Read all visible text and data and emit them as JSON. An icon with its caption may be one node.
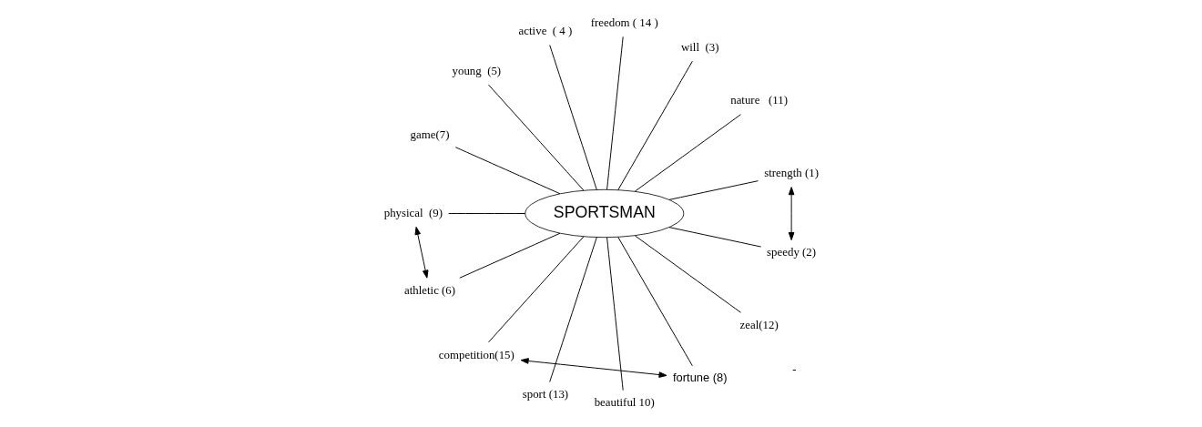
{
  "diagram": {
    "nodes": [
      {
        "text": [
          "will  (3)"
        ]
      },
      {
        "text": [
          "nature   (11)"
        ]
      },
      {
        "text": [
          "strength (1)"
        ]
      },
      {
        "text": [
          "speedy (2)"
        ]
      },
      {
        "text": [
          "active  ( 4 )"
        ]
      },
      {
        "text": [
          "freedom ( 14 )"
        ]
      },
      {
        "text": [
          "zeal(12)"
        ]
      },
      {
        "text": [
          "young  (5)"
        ]
      },
      {
        "text": [
          "SPORTSMAN"
        ]
      },
      {
        "text": [
          "fortune (8)"
        ]
      },
      {
        "text": [
          "physical  (9)"
        ]
      },
      {
        "text": [
          "game(7)"
        ]
      },
      {
        "text": [
          "beautiful 10)"
        ]
      },
      {
        "text": [
          "athletic (6)"
        ]
      },
      {
        "text": [
          "competition(15)"
        ]
      },
      {
        "text": [
          "sport (13)"
        ]
      }
    ],
    "edges": [
      {
        "from": 2,
        "to": 8,
        "arrow": "none"
      },
      {
        "from": 3,
        "to": 8,
        "arrow": "none"
      },
      {
        "from": 6,
        "to": 8,
        "arrow": "none"
      },
      {
        "from": 9,
        "to": 8,
        "arrow": "none"
      },
      {
        "from": 12,
        "to": 8,
        "arrow": "none"
      },
      {
        "from": 15,
        "to": 8,
        "arrow": "none"
      },
      {
        "from": 14,
        "to": 8,
        "arrow": "none"
      },
      {
        "from": 13,
        "to": 8,
        "arrow": "none"
      },
      {
        "from": 11,
        "to": 8,
        "arrow": "none"
      },
      {
        "from": 10,
        "to": 8,
        "arrow": "none"
      },
      {
        "from": 7,
        "to": 8,
        "arrow": "none"
      },
      {
        "from": 4,
        "to": 8,
        "arrow": "none"
      },
      {
        "from": 5,
        "to": 8,
        "arrow": "none"
      },
      {
        "from": 0,
        "to": 8,
        "arrow": "none"
      },
      {
        "from": 1,
        "to": 8,
        "arrow": "none"
      },
      {
        "from": 2,
        "to": 3,
        "arrow": "both"
      },
      {
        "from": 10,
        "to": 13,
        "arrow": "both"
      },
      {
        "from": 14,
        "to": 9,
        "arrow": "both"
      }
    ],
    "labels": [
      "-"
    ]
  }
}
